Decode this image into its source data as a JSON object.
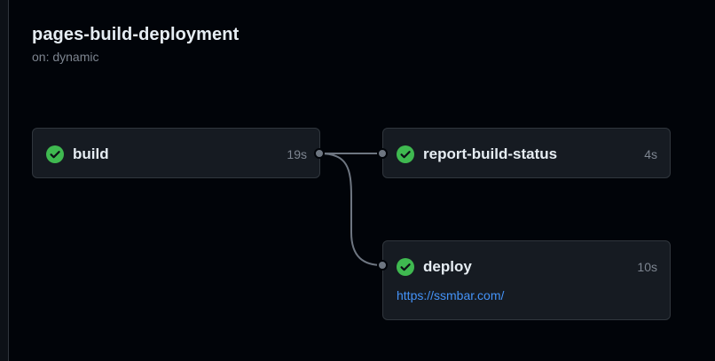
{
  "workflow": {
    "title": "pages-build-deployment",
    "trigger": "on: dynamic"
  },
  "jobs": {
    "build": {
      "name": "build",
      "duration": "19s",
      "status": "success"
    },
    "report": {
      "name": "report-build-status",
      "duration": "4s",
      "status": "success"
    },
    "deploy": {
      "name": "deploy",
      "duration": "10s",
      "status": "success",
      "link": "https://ssmbar.com/"
    }
  },
  "colors": {
    "success": "#3fb950",
    "link": "#4493f8",
    "connector": "#6e7681"
  },
  "icons": {
    "status": "check-circle-icon"
  }
}
